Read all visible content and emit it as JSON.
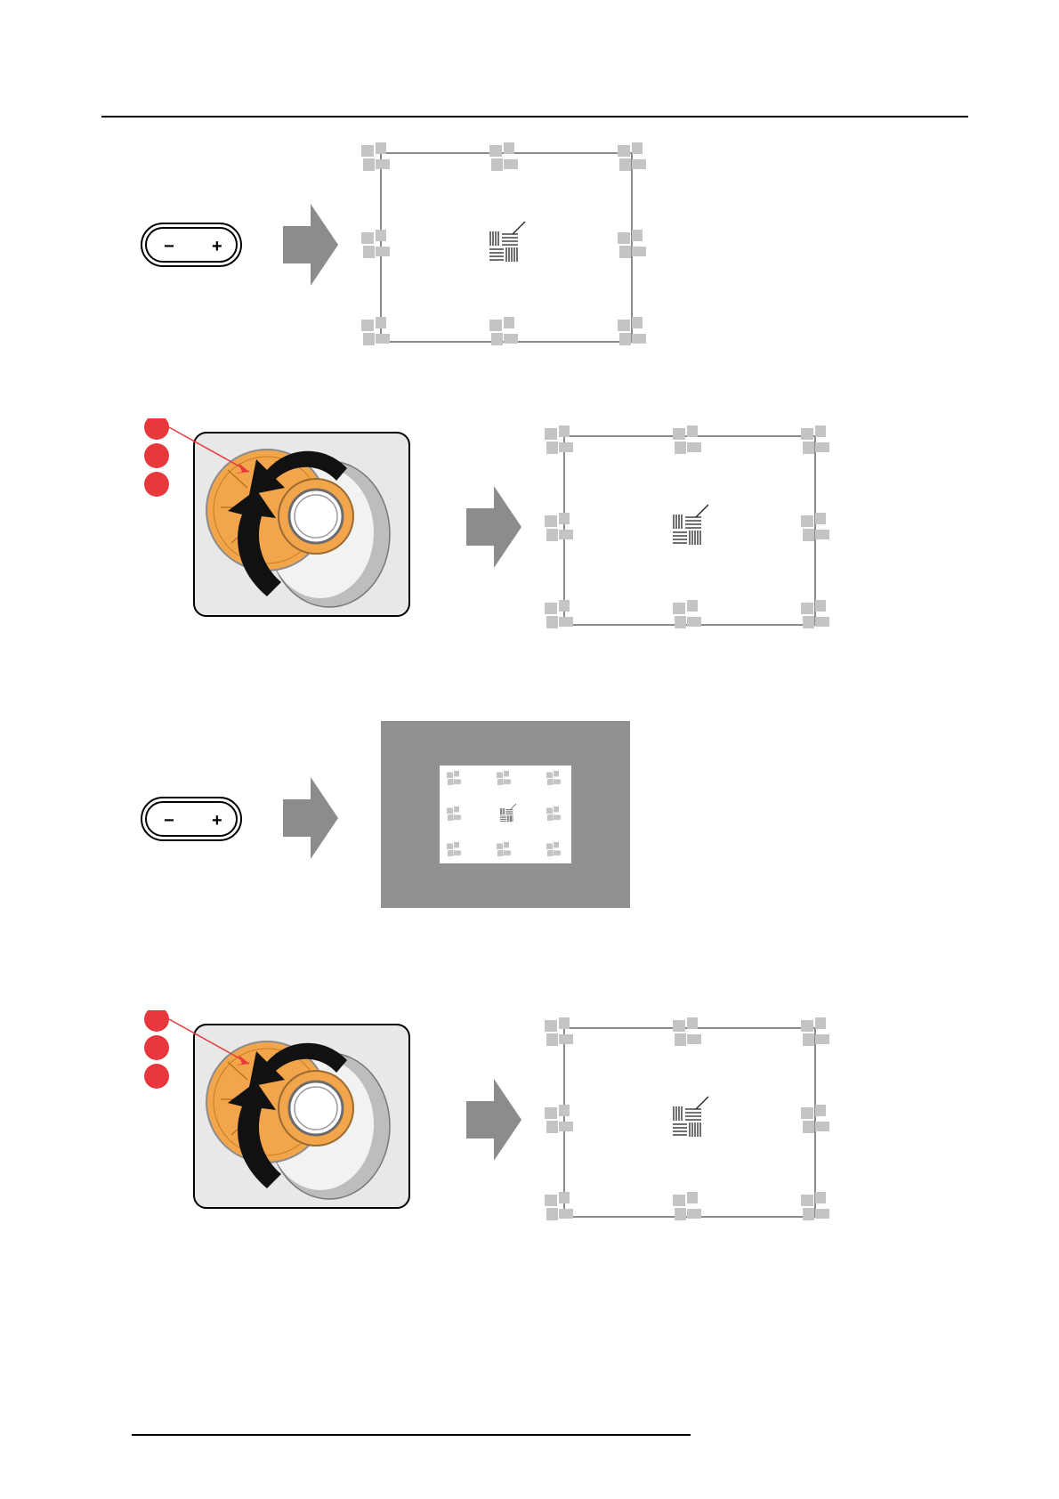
{
  "steps": [
    {
      "kind": "zoom-button",
      "minus_label": "−",
      "plus_label": "+",
      "result": "test-pattern-fit"
    },
    {
      "kind": "lens-ring",
      "callouts": 3,
      "result": "test-pattern-fit"
    },
    {
      "kind": "zoom-button",
      "minus_label": "−",
      "plus_label": "+",
      "result": "test-pattern-small-in-gray"
    },
    {
      "kind": "lens-ring",
      "callouts": 3,
      "result": "test-pattern-fit"
    }
  ],
  "colors": {
    "rule": "#000000",
    "arrow": "#8c8c8c",
    "marker": "#c4c4c4",
    "frame": "#8a8a8a",
    "lens_orange": "#f2a54a",
    "callout_red": "#e8383b",
    "panel_bg": "#e8e8e8",
    "gray_field": "#919191"
  },
  "icons": {
    "button": "zoom-rocker-button-icon",
    "arrow": "right-arrow-icon",
    "lens": "lens-zoom-ring-icon",
    "pattern": "test-pattern-icon"
  }
}
